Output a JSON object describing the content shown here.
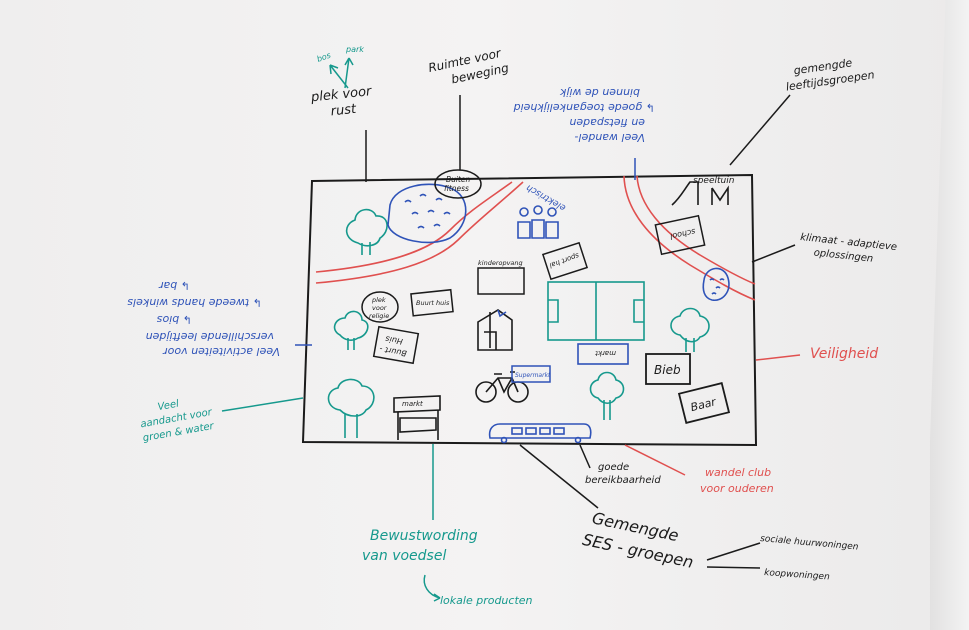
{
  "labels": {
    "plek_voor_rust": [
      "plek voor",
      "rust"
    ],
    "bos": "bos",
    "park": "park",
    "ruimte_voor_beweging": [
      "Ruimte voor",
      "beweging"
    ],
    "wandel_fietspaden": [
      "Veel wandel-",
      "en fietspaden",
      "↳ goede toegankelijkheid",
      "binnen de wijk"
    ],
    "gemengde_leeftijdsgroepen": [
      "gemengde",
      "leeftijdsgroepen"
    ],
    "klimaat_adaptieve": [
      "klimaat - adaptieve",
      "oplossingen"
    ],
    "veiligheid": "Veiligheid",
    "wandelclub": [
      "wandel club",
      "voor ouderen"
    ],
    "goede_bereikbaarheid": [
      "goede",
      "bereikbaarheid"
    ],
    "gemengde_ses": [
      "Gemengde",
      "SES - groepen"
    ],
    "sociale_huurwoningen": "sociale huurwoningen",
    "koopwoningen": "koopwoningen",
    "bewustwording": [
      "Bewustwording",
      "van voedsel"
    ],
    "lokale_producten": "lokale producten",
    "groen_water": [
      "Veel",
      "aandacht voor",
      "groen & water"
    ],
    "activiteiten": [
      "Veel activiteiten voor",
      "verschillende leeftijden",
      "↳ bios",
      "↳ tweede hands winkels",
      "↳ bar"
    ]
  },
  "map": {
    "buiten_fitness": [
      "Buiten",
      "fitness"
    ],
    "elektrisch": "elektrisch",
    "speeltuin": "speeltuin",
    "school": "school",
    "sporthal": "sport hal",
    "kinderopvang": "kinderopvang",
    "plek_voor_religie": [
      "plek",
      "voor",
      "religie"
    ],
    "buurthuis_top": "Buurt huis",
    "buurthuis": [
      "Buurt -",
      "Huis"
    ],
    "markt": "markt",
    "bieb": "Bieb",
    "baar": "Baar",
    "supermarkt": "Supermarkt",
    "markt2": "markt"
  },
  "colors": {
    "black": "#1b1b1b",
    "blue": "#2f53b8",
    "green": "#16998d",
    "red": "#e0504f"
  }
}
